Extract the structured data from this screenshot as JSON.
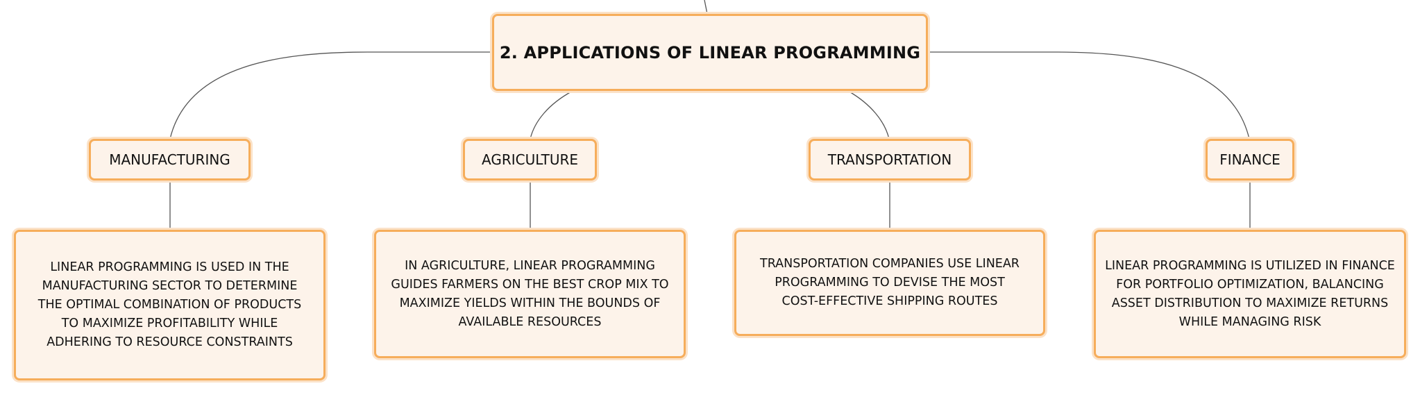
{
  "root": {
    "title": "2. APPLICATIONS OF LINEAR PROGRAMMING"
  },
  "categories": [
    {
      "label": "MANUFACTURING",
      "description": "LINEAR PROGRAMMING IS USED IN THE MANUFACTURING SECTOR TO DETERMINE THE OPTIMAL COMBINATION OF PRODUCTS TO MAXIMIZE PROFITABILITY WHILE ADHERING TO RESOURCE CONSTRAINTS"
    },
    {
      "label": "AGRICULTURE",
      "description": "IN AGRICULTURE, LINEAR PROGRAMMING GUIDES FARMERS ON THE BEST CROP MIX TO MAXIMIZE YIELDS WITHIN THE BOUNDS OF AVAILABLE RESOURCES"
    },
    {
      "label": "TRANSPORTATION",
      "description": "TRANSPORTATION COMPANIES USE LINEAR PROGRAMMING TO DEVISE THE MOST COST-EFFECTIVE SHIPPING ROUTES"
    },
    {
      "label": "FINANCE",
      "description": "LINEAR PROGRAMMING IS UTILIZED IN FINANCE FOR PORTFOLIO OPTIMIZATION, BALANCING ASSET DISTRIBUTION TO MAXIMIZE RETURNS WHILE MANAGING RISK"
    }
  ],
  "colors": {
    "node_fill": "#fdf3ea",
    "node_border": "#f6ad5b",
    "connector": "#555555"
  }
}
